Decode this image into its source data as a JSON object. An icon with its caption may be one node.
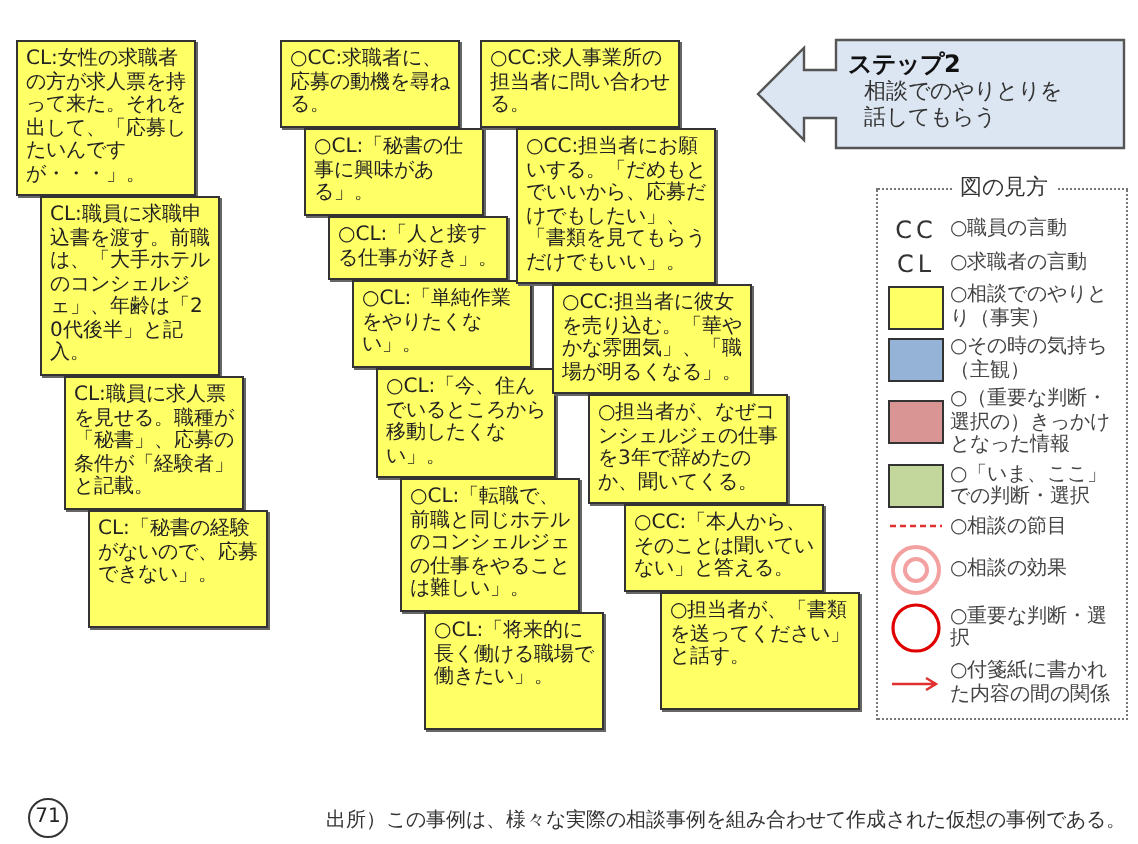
{
  "diagram": {
    "nodes": [
      {
        "text": [
          "CL:女性の求職者の方が求人票を持って来た。それを出して、「応募したいんですが・・・」。"
        ]
      },
      {
        "text": [
          "CL:職員に求職申込書を渡す。前職は、「大手ホテルのコンシェルジェ」、年齢は「20代後半」と記入。"
        ]
      },
      {
        "text": [
          "CL:職員に求人票を見せる。職種が「秘書」、応募の条件が「経験者」と記載。"
        ]
      },
      {
        "text": [
          "CL:「秘書の経験がないので、応募できない」。"
        ]
      },
      {
        "text": [
          "○CC:求職者に、応募の動機を尋ねる。"
        ]
      },
      {
        "text": [
          "○CL:「秘書の仕事に興味がある」。"
        ]
      },
      {
        "text": [
          "○CL:「人と接する仕事が好き」。"
        ]
      },
      {
        "text": [
          "○CL:「単純作業をやりたくない」。"
        ]
      },
      {
        "text": [
          "○CL:「今、住んでいるところから移動したくない」。"
        ]
      },
      {
        "text": [
          "○CL:「転職で、前職と同じホテルのコンシェルジェの仕事をやることは難しい」。"
        ]
      },
      {
        "text": [
          "○CL:「将来的に長く働ける職場で働きたい」。"
        ]
      },
      {
        "text": [
          "○CC:求人事業所の担当者に問い合わせる。"
        ]
      },
      {
        "text": [
          "○CC:担当者にお願いする。「だめもとでいいから、応募だけでもしたい」、「書類を見てもらうだけでもいい」。"
        ]
      },
      {
        "text": [
          "○CC:担当者に彼女を売り込む。「華やかな雰囲気」、「職場が明るくなる」。"
        ]
      },
      {
        "text": [
          "○担当者が、なぜコンシェルジェの仕事を3年で辞めたのか、聞いてくる。"
        ]
      },
      {
        "text": [
          "○CC:「本人から、そのことは聞いていない」と答える。"
        ]
      },
      {
        "text": [
          "○担当者が、「書類を送ってください」と話す。"
        ]
      },
      {
        "text": [
          "ステップ2",
          "相談でのやりとりを話してもらう"
        ]
      }
    ],
    "labels": [
      "図の見方",
      "CC",
      "CL",
      "71",
      "出所）この事例は、様々な実際の相談事例を組み合わせて作成された仮想の事例である。"
    ],
    "legend": [
      {
        "text": "○職員の言動"
      },
      {
        "text": "○求職者の言動"
      },
      {
        "text": "○相談でのやりとり（事実）",
        "color": "#ffff66"
      },
      {
        "text": "○その時の気持ち（主観）",
        "color": "#95b3d7"
      },
      {
        "text": "○（重要な判断・選択の）きっかけとなった情報",
        "color": "#d99594"
      },
      {
        "text": "○「いま、ここ」での判断・選択",
        "color": "#c3d69b"
      },
      {
        "text": "○相談の節目"
      },
      {
        "text": "○相談の効果"
      },
      {
        "text": "○重要な判断・選択"
      },
      {
        "text": "○付箋紙に書かれた内容の間の関係"
      }
    ]
  }
}
